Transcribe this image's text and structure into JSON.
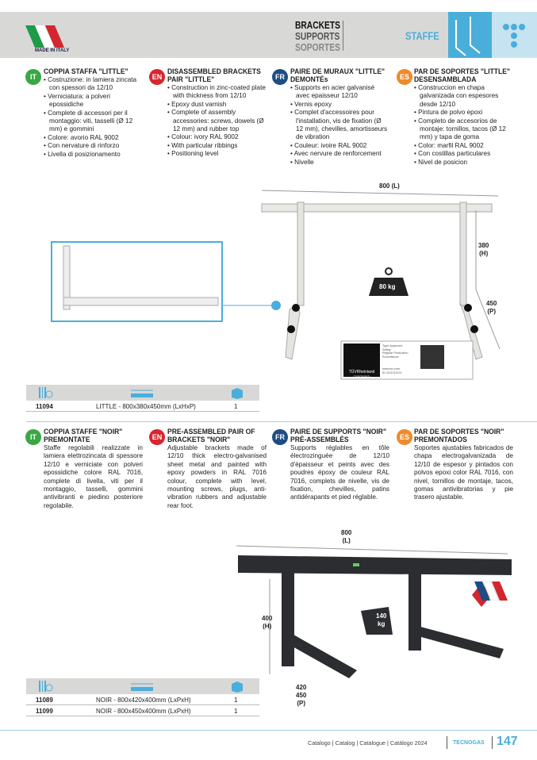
{
  "header": {
    "made_in_italy": "MADE IN ITALY",
    "categories": [
      "BRACKETS",
      "SUPPORTS",
      "SOPORTES"
    ],
    "section": "STAFFE"
  },
  "little": {
    "it": {
      "badge": "IT",
      "title": "COPPIA STAFFA \"LITTLE\"",
      "items": [
        "Costruzione: in lamiera zincata con spessori da 12/10",
        "Verniciatura: a polveri epossidiche",
        "Complete di accessori per il montaggio: viti, tasselli (Ø 12 mm) e gommini",
        "Colore: avorio RAL 9002",
        "Con nervature di rinforzo",
        "Livella di posizionamento"
      ]
    },
    "en": {
      "badge": "EN",
      "title": "DISASSEMBLED BRACKETS",
      "title2": "PAIR \"LITTLE\"",
      "items": [
        "Construction in zinc-coated plate with thickness from 12/10",
        "Epoxy dust varnish",
        "Complete of assembly accessories: screws, dowels (Ø 12 mm) and rubber top",
        "Colour: ivory RAL 9002",
        "With particular ribbings",
        "Positioning level"
      ]
    },
    "fr": {
      "badge": "FR",
      "title": "PAIRE DE MURAUX \"LITTLE\"",
      "title2": "DEMONTÉs",
      "items": [
        "Supports en acier galvanisé avec epaisseur 12/10",
        "Vernis epoxy",
        "Complet d'accessoires pour l'installation, vis de fixation (Ø 12 mm), chevilles, amortisseurs de vibration",
        "Couleur: ivoire RAL 9002",
        "Avec nervure de renforcement",
        "Nivelle"
      ]
    },
    "es": {
      "badge": "ES",
      "title": "PAR DE SOPORTES \"LITTLE\"",
      "title2": "DESENSAMBLADA",
      "items": [
        "Construccion en chapa galvanizada con espesores desde 12/10",
        "Pintura de polvo epoxi",
        "Completo de accesorios de montaje: tornillos, tacos (Ø 12 mm) y tapa de goma",
        "Color: marfil RAL 9002",
        "Con costillas particulares",
        "Nivel de posicion"
      ]
    },
    "dims": {
      "length": "800 (L)",
      "height": "380",
      "height_unit": "(H)",
      "depth": "450",
      "depth_unit": "(P)",
      "load": "80 kg"
    },
    "cert": {
      "brand": "TÜVRheinland",
      "label": "CERTIFIED",
      "lines": [
        "Type Approved",
        "Safety",
        "Regular Production",
        "Surveillance"
      ],
      "url": "www.tuv.com",
      "id": "ID 1111211121"
    },
    "table": [
      {
        "code": "11094",
        "desc": "LITTLE - 800x380x450mm (LxHxP)",
        "qty": "1"
      }
    ]
  },
  "noir": {
    "it": {
      "badge": "IT",
      "title": "COPPIA STAFFE \"NOIR\"",
      "title2": "PREMONTATE",
      "text": "Staffe regolabili realizzate in lamiera elettrozincata di spessore 12/10 e verniciate con polveri epossidiche colore RAL 7016, complete di livella, viti per il montaggio, tasselli, gommini antivibranti e piedino posteriore regolabile."
    },
    "en": {
      "badge": "EN",
      "title": "PRE-ASSEMBLED PAIR OF",
      "title2": "BRACKETS \"NOIR\"",
      "text": "Adjustable brackets made of 12/10 thick electro-galvanised sheet metal and painted with epoxy powders in RAL 7016 colour, complete with level, mounting screws, plugs, anti-vibration rubbers and adjustable rear foot."
    },
    "fr": {
      "badge": "FR",
      "title": "PAIRE DE SUPPORTS \"NOIR\"",
      "title2": "PRÉ-ASSEMBLÉS",
      "text": "Supports réglables en tôle électrozinguée de 12/10 d'épaisseur et peints avec des poudres époxy de couleur RAL 7016, complets de nivelle, vis de fixation, chevilles, patins antidérapants et pied réglable."
    },
    "es": {
      "badge": "ES",
      "title": "PAR DE SOPORTES \"NOIR\"",
      "title2": "PREMONTADOS",
      "text": "Soportes ajustables fabricados de chapa electrogalvanizada de 12/10 de espesor y pintados con polvos epoxi color RAL 7016, con nivel, tornillos de montaje, tacos, gomas antivibratorias y pie trasero ajustable."
    },
    "dims": {
      "length": "800",
      "length_unit": "(L)",
      "height": "400",
      "height_unit": "(H)",
      "depth1": "420",
      "depth2": "450",
      "depth_unit": "(P)",
      "load": "140",
      "load_unit": "kg"
    },
    "table": [
      {
        "code": "11089",
        "desc": "NOIR - 800x420x400mm (LxPxH)",
        "qty": "1"
      },
      {
        "code": "11099",
        "desc": "NOIR - 800x450x400mm (LxPxH)",
        "qty": "1"
      }
    ]
  },
  "colors": {
    "it": "#3aa745",
    "en": "#d7262e",
    "fr": "#1d4d84",
    "es": "#ef8a2d",
    "accent": "#4aaedb"
  },
  "footer": {
    "catalog": "Catalogo | Catalog | Catalogue | Catálogo 2024",
    "brand": "TECNOGAS",
    "page": "147"
  }
}
